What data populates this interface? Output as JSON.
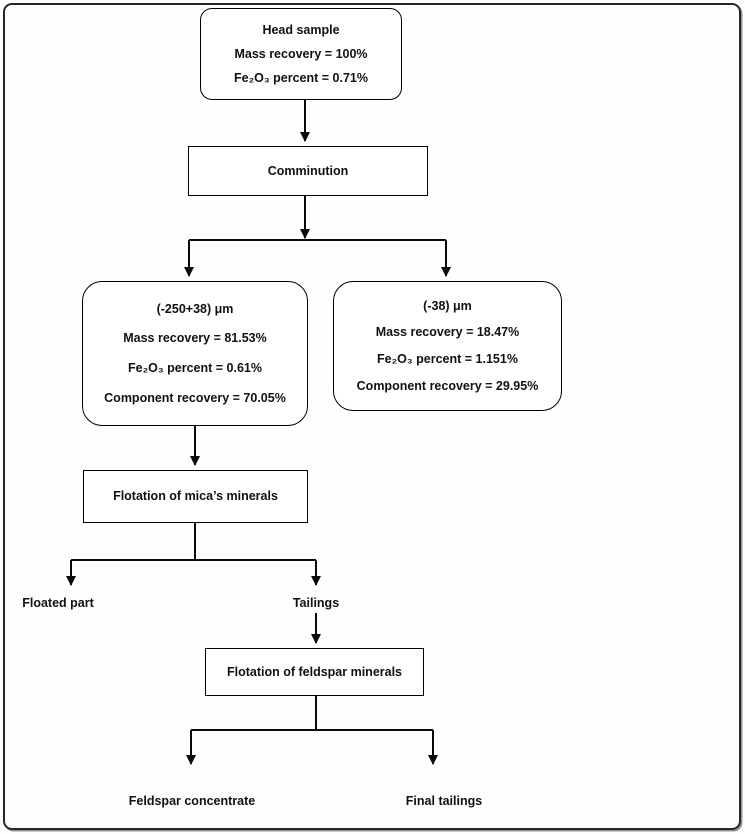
{
  "diagram": {
    "nodes": {
      "head_sample": {
        "title": "Head sample",
        "mass_recovery": "Mass recovery = 100%",
        "fe2o3": "Fe₂O₃ percent = 0.71%"
      },
      "comminution": {
        "label": "Comminution"
      },
      "coarse_fraction": {
        "title": "(-250+38) μm",
        "mass_recovery": "Mass recovery = 81.53%",
        "fe2o3": "Fe₂O₃ percent = 0.61%",
        "component_recovery": "Component recovery = 70.05%"
      },
      "fine_fraction": {
        "title": "(-38) μm",
        "mass_recovery": "Mass recovery = 18.47%",
        "fe2o3": "Fe₂O₃ percent = 1.151%",
        "component_recovery": "Component recovery = 29.95%"
      },
      "mica_flotation": {
        "label": "Flotation of mica’s minerals"
      },
      "floated_part": {
        "label": "Floated part"
      },
      "tailings": {
        "label": "Tailings"
      },
      "feldspar_flotation": {
        "label": "Flotation of feldspar minerals"
      },
      "feldspar_concentrate": {
        "label": "Feldspar concentrate"
      },
      "final_tailings": {
        "label": "Final tailings"
      }
    }
  }
}
